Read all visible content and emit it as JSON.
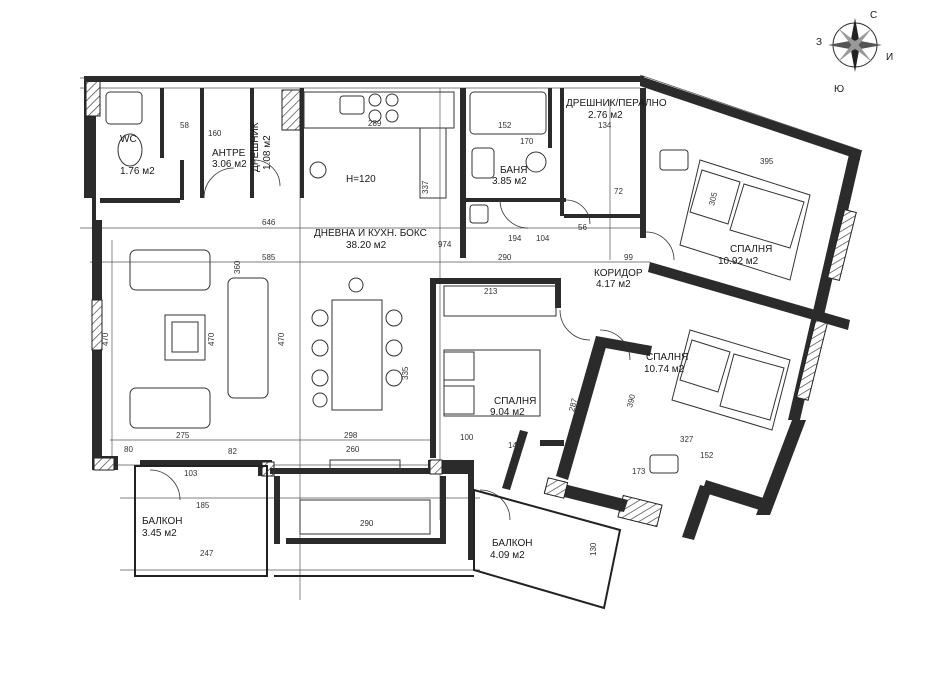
{
  "compass": {
    "north": "С",
    "south": "Ю",
    "east": "И",
    "west": "З"
  },
  "rooms": {
    "living": {
      "name": "ДНЕВНА И КУХН. БОКС",
      "area": "38.20 м2"
    },
    "antre": {
      "name": "АНТРЕ",
      "area": "3.06 м2"
    },
    "wc": {
      "name": "WC",
      "area": "1.76 м2"
    },
    "wardrobe1": {
      "name": "ДРЕШНИК",
      "area": "1.08 м2"
    },
    "bath": {
      "name": "БАНЯ",
      "area": "3.85 м2"
    },
    "wardrobe2": {
      "name": "ДРЕШНИК/ПЕРАЛНО",
      "area": "2.76 м2"
    },
    "corridor": {
      "name": "КОРИДОР",
      "area": "4.17 м2"
    },
    "bed1": {
      "name": "СПАЛНЯ",
      "area": "10.92 м2"
    },
    "bed2": {
      "name": "СПАЛНЯ",
      "area": "10.74 м2"
    },
    "bed3": {
      "name": "СПАЛНЯ",
      "area": "9.04 м2"
    },
    "balcony1": {
      "name": "БАЛКОН",
      "area": "3.45 м2"
    },
    "balcony2": {
      "name": "БАЛКОН",
      "area": "4.09 м2"
    }
  },
  "notes": {
    "height": "H=120"
  },
  "dims": {
    "d_289": "289",
    "d_337": "337",
    "d_152": "152",
    "d_170": "170",
    "d_134": "134",
    "d_646": "646",
    "d_974": "974",
    "d_585": "585",
    "d_290": "290",
    "d_99": "99",
    "d_470a": "470",
    "d_470b": "470",
    "d_470c": "470",
    "d_335": "335",
    "d_360": "360",
    "d_275": "275",
    "d_298": "298",
    "d_260": "260",
    "d_290b": "290",
    "d_185": "185",
    "d_247": "247",
    "d_103": "103",
    "d_80": "80",
    "d_82": "82",
    "d_395": "395",
    "d_305": "305",
    "d_390": "390",
    "d_327": "327",
    "d_287": "287",
    "d_141": "141",
    "d_100": "100",
    "d_130": "130",
    "d_58": "58",
    "d_160": "160",
    "d_194": "194",
    "d_104": "104",
    "d_56": "56",
    "d_72": "72",
    "d_213": "213",
    "d_173": "173",
    "d_152b": "152"
  }
}
